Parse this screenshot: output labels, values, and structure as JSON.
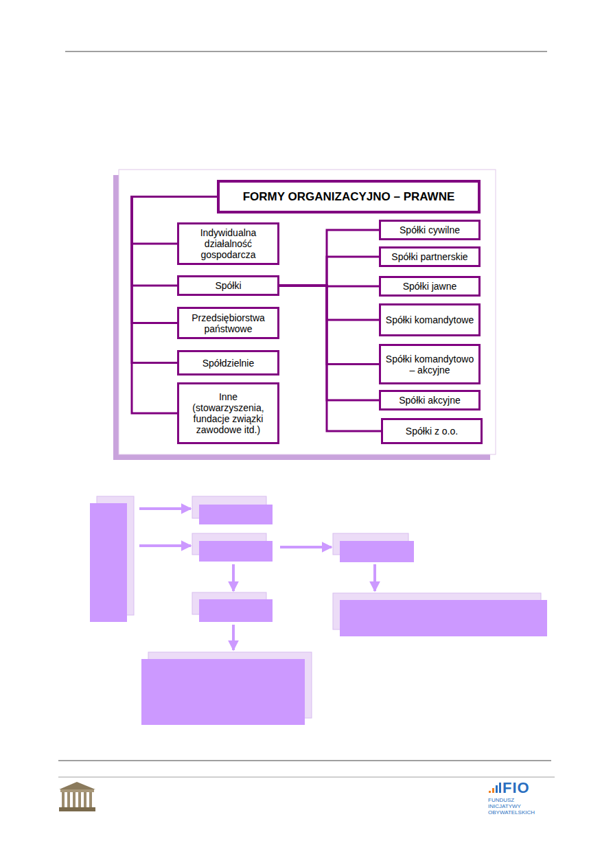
{
  "diagram": {
    "nodes": [
      {
        "text": [
          "FORMY ORGANIZACYJNO – PRAWNE"
        ]
      },
      {
        "text": [
          "Indywidualna działalność gospodarcza"
        ]
      },
      {
        "text": [
          "Spółki"
        ]
      },
      {
        "text": [
          "Przedsiębiorstwa państwowe"
        ]
      },
      {
        "text": [
          "Spółdzielnie"
        ]
      },
      {
        "text": [
          "Inne (stowarzyszenia, fundacje związki zawodowe itd.)"
        ]
      },
      {
        "text": [
          "Spółki cywilne"
        ]
      },
      {
        "text": [
          "Spółki partnerskie"
        ]
      },
      {
        "text": [
          "Spółki jawne"
        ]
      },
      {
        "text": [
          "Spółki komandytowe"
        ]
      },
      {
        "text": [
          "Spółki komandytowo – akcyjne"
        ]
      },
      {
        "text": [
          "Spółki akcyjne"
        ]
      },
      {
        "text": [
          "Spółki z o.o."
        ]
      }
    ],
    "edges": [
      {
        "from": 0,
        "to": 1,
        "arrow": "none"
      },
      {
        "from": 0,
        "to": 2,
        "arrow": "none"
      },
      {
        "from": 0,
        "to": 3,
        "arrow": "none"
      },
      {
        "from": 0,
        "to": 4,
        "arrow": "none"
      },
      {
        "from": 0,
        "to": 5,
        "arrow": "none"
      },
      {
        "from": 2,
        "to": 6,
        "arrow": "none"
      },
      {
        "from": 2,
        "to": 7,
        "arrow": "none"
      },
      {
        "from": 2,
        "to": 8,
        "arrow": "none"
      },
      {
        "from": 2,
        "to": 9,
        "arrow": "none"
      },
      {
        "from": 2,
        "to": 10,
        "arrow": "none"
      },
      {
        "from": 2,
        "to": 11,
        "arrow": "none"
      },
      {
        "from": 2,
        "to": 12,
        "arrow": "none"
      }
    ],
    "labels": [
      "FIO",
      "FUNDUSZ INICJATYWY OBYWATELSKICH"
    ]
  }
}
